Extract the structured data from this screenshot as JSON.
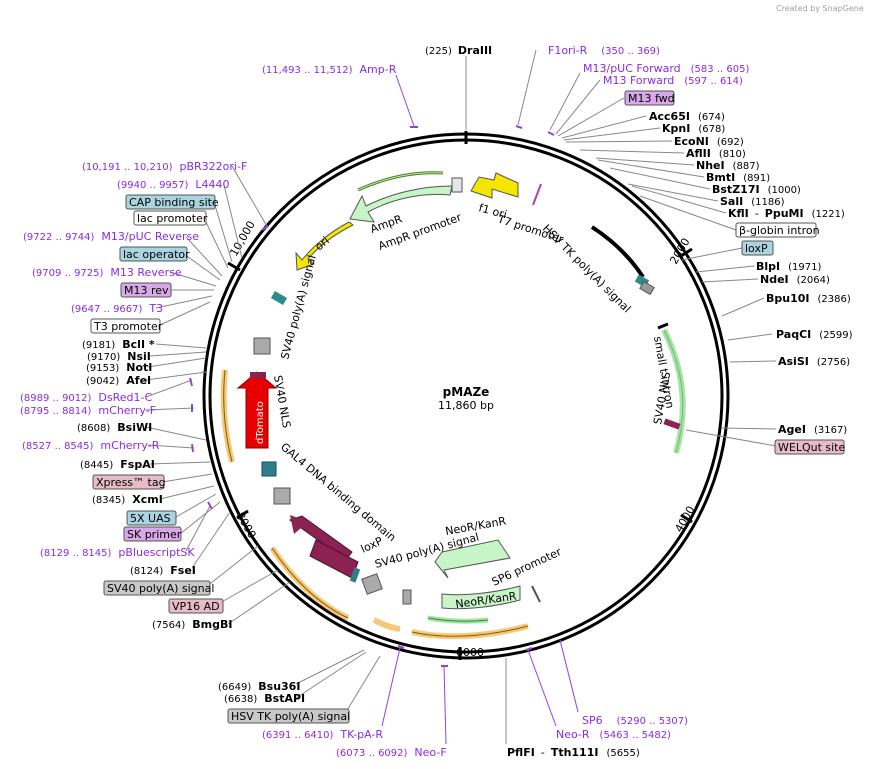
{
  "credit": "Created by SnapGene",
  "plasmid": {
    "name": "pMAZe",
    "size": "11,860 bp"
  },
  "ticks": [
    "2000",
    "4000",
    "6000",
    "8000",
    "10,000"
  ],
  "top_left": {
    "amp_r": {
      "pos": "(11,493 .. 11,512)",
      "name": "Amp-R"
    },
    "pbr": {
      "pos": "(10,191 .. 10,210)",
      "name": "pBR322ori-F"
    },
    "l4440": {
      "pos": "(9940 .. 9957)",
      "name": "L4440"
    },
    "cap": "CAP binding site",
    "lac_promoter": "lac promoter",
    "m13puc_rev": {
      "pos": "(9722 .. 9744)",
      "name": "M13/pUC Reverse"
    },
    "lac_operator": "lac operator",
    "m13_rev": {
      "pos": "(9709 .. 9725)",
      "name": "M13 Reverse"
    },
    "m13rev_box": "M13 rev",
    "t3": {
      "pos": "(9647 .. 9667)",
      "name": "T3"
    },
    "t3_promoter": "T3 promoter",
    "bcli": {
      "pos": "(9181)",
      "name": "BclI *"
    },
    "nsii": {
      "pos": "(9170)",
      "name": "NsiI"
    },
    "noti": {
      "pos": "(9153)",
      "name": "NotI"
    },
    "afei": {
      "pos": "(9042)",
      "name": "AfeI"
    },
    "dsred": {
      "pos": "(8989 .. 9012)",
      "name": "DsRed1-C"
    },
    "mcherry_f": {
      "pos": "(8795 .. 8814)",
      "name": "mCherry-F"
    },
    "bsiwi": {
      "pos": "(8608)",
      "name": "BsiWI"
    },
    "mcherry_r": {
      "pos": "(8527 .. 8545)",
      "name": "mCherry-R"
    },
    "fspai": {
      "pos": "(8445)",
      "name": "FspAI"
    },
    "xpress": "Xpress™ tag",
    "xcmi": {
      "pos": "(8345)",
      "name": "XcmI"
    },
    "uas": "5X UAS",
    "sk_primer": "SK primer",
    "pbluescript": {
      "pos": "(8129 .. 8145)",
      "name": "pBluescriptSK"
    },
    "fsei": {
      "pos": "(8124)",
      "name": "FseI"
    },
    "sv40_polya": "SV40 poly(A) signal",
    "vp16": "VP16 AD",
    "bmgbi": {
      "pos": "(7564)",
      "name": "BmgBI"
    }
  },
  "top": {
    "draiii": {
      "pos": "(225)",
      "name": "DraIII"
    },
    "f1ori_r": {
      "name": "F1ori-R",
      "pos": "(350 .. 369)"
    },
    "m13puc_fwd": {
      "name": "M13/pUC Forward",
      "pos": "(583 .. 605)"
    },
    "m13_fwd": {
      "name": "M13 Forward",
      "pos": "(597 .. 614)"
    },
    "m13fwd_box": "M13 fwd"
  },
  "right": {
    "acc65i": {
      "name": "Acc65I",
      "pos": "(674)"
    },
    "kpni": {
      "name": "KpnI",
      "pos": "(678)"
    },
    "econi": {
      "name": "EcoNI",
      "pos": "(692)"
    },
    "aflii": {
      "name": "AflII",
      "pos": "(810)"
    },
    "nhei": {
      "name": "NheI",
      "pos": "(887)"
    },
    "bmti": {
      "name": "BmtI",
      "pos": "(891)"
    },
    "bstz17i": {
      "name": "BstZ17I",
      "pos": "(1000)"
    },
    "sali": {
      "name": "SalI",
      "pos": "(1186)"
    },
    "kfli": {
      "name": "KflI",
      "sep": "-",
      "name2": "PpuMI",
      "pos": "(1221)"
    },
    "bglobin": "β-globin intron",
    "loxp": "loxP",
    "blpi": {
      "name": "BlpI",
      "pos": "(1971)"
    },
    "ndei": {
      "name": "NdeI",
      "pos": "(2064)"
    },
    "bpu10i": {
      "name": "Bpu10I",
      "pos": "(2386)"
    },
    "paqci": {
      "name": "PaqCI",
      "pos": "(2599)"
    },
    "asisi": {
      "name": "AsiSI",
      "pos": "(2756)"
    },
    "agei": {
      "name": "AgeI",
      "pos": "(3167)"
    },
    "welqut": "WELQut site"
  },
  "bottom": {
    "bsu36i": {
      "pos": "(6649)",
      "name": "Bsu36I"
    },
    "bstapi": {
      "pos": "(6638)",
      "name": "BstAPI"
    },
    "hsv_tk_polya": "HSV TK poly(A) signal",
    "tk_pa_r": {
      "pos": "(6391 .. 6410)",
      "name": "TK-pA-R"
    },
    "neo_f": {
      "pos": "(6073 .. 6092)",
      "name": "Neo-F"
    },
    "pflfi": {
      "name": "PflFI",
      "sep": "-",
      "name2": "Tth111I",
      "pos": "(5655)"
    },
    "neo_r": {
      "name": "Neo-R",
      "pos": "(5463 .. 5482)"
    },
    "sp6": {
      "name": "SP6",
      "pos": "(5290 .. 5307)"
    }
  },
  "inner": {
    "f1_ori": "f1 ori",
    "t7_promoter": "T7 promoter",
    "hsv_tk_polya": "HSV TK poly(A) signal",
    "ampr": "AmpR",
    "ampr_promoter": "AmpR promoter",
    "ori": "ori",
    "sv40_polya": "SV40 poly(A) signal",
    "small_t": "small t intron",
    "sv40_nls_right": "SV40 NLS",
    "sv40_nls_left": "SV40 NLS",
    "dtomato": "dTomato",
    "gal4": "GAL4 DNA binding domain",
    "loxp": "loxP",
    "sv40_polya_bottom": "SV40 poly(A) signal",
    "neokanr_top": "NeoR/KanR",
    "sp6_promoter": "SP6 promoter",
    "neokanr_bottom": "NeoR/KanR"
  },
  "colors": {
    "ampr": "#c8f5c8",
    "f1ori": "#f5e600",
    "ori": "#f5e600",
    "dtomato": "#e60000",
    "gal4": "#8b2252",
    "orange": "#f5c97a",
    "green": "#a6e3a6",
    "purple_text": "#8a2be2",
    "box_blue": "#a9d4e0",
    "box_gray": "#c8c8c8",
    "box_pink": "#e7bcc8",
    "box_violet": "#d8a8e8"
  }
}
